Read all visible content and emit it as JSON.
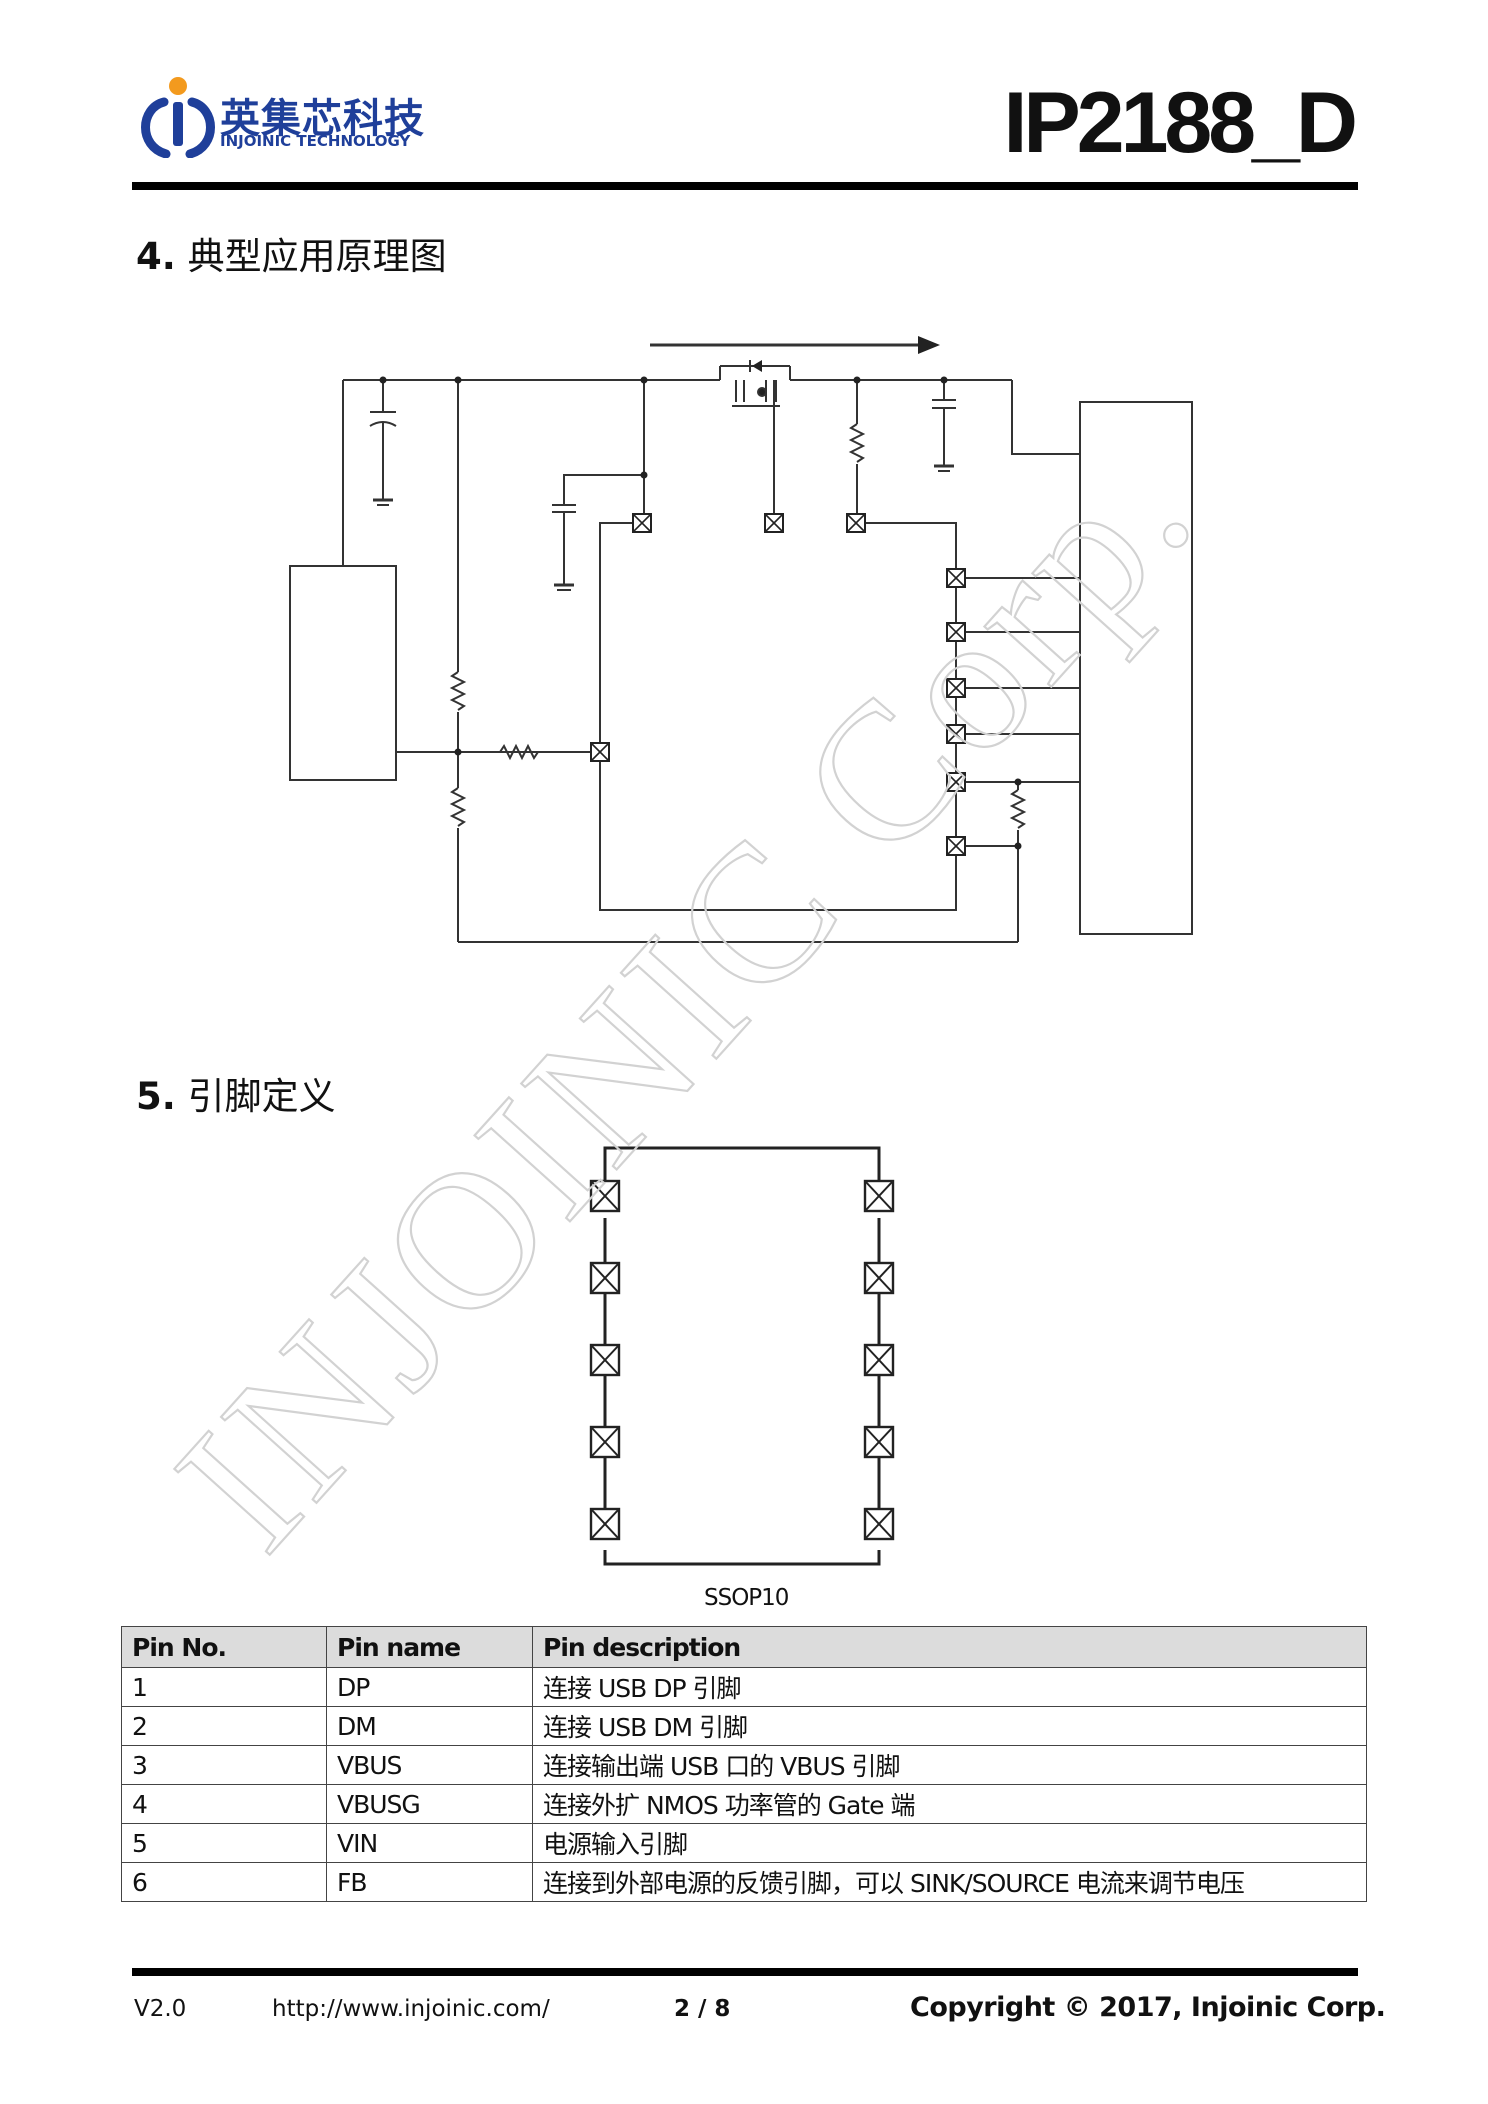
{
  "header": {
    "logo_cn": "英集芯科技",
    "logo_en": "INJOINIC TECHNOLOGY",
    "doc_title": "IP2188_D"
  },
  "sections": {
    "s4": {
      "number": "4.",
      "title": "典型应用原理图"
    },
    "s5": {
      "number": "5.",
      "title": "引脚定义"
    }
  },
  "package_label": "SSOP10",
  "watermark": "INJOINIC Corp.",
  "pin_table": {
    "headers": [
      "Pin No.",
      "Pin name",
      "Pin description"
    ],
    "rows": [
      [
        "1",
        "DP",
        "连接 USB DP 引脚"
      ],
      [
        "2",
        "DM",
        "连接 USB DM 引脚"
      ],
      [
        "3",
        "VBUS",
        "连接输出端 USB 口的 VBUS 引脚"
      ],
      [
        "4",
        "VBUSG",
        "连接外扩 NMOS 功率管的 Gate 端"
      ],
      [
        "5",
        "VIN",
        "电源输入引脚"
      ],
      [
        "6",
        "FB",
        "连接到外部电源的反馈引脚，可以 SINK/SOURCE 电流来调节电压"
      ]
    ]
  },
  "footer": {
    "version": "V2.0",
    "url": "http://www.injoinic.com/",
    "page": "2 / 8",
    "copyright": "Copyright © 2017, Injoinic Corp."
  },
  "colors": {
    "logo_blue": "#1f3f9a",
    "logo_orange": "#f39a1e",
    "table_header_bg": "#dcdcdc"
  }
}
